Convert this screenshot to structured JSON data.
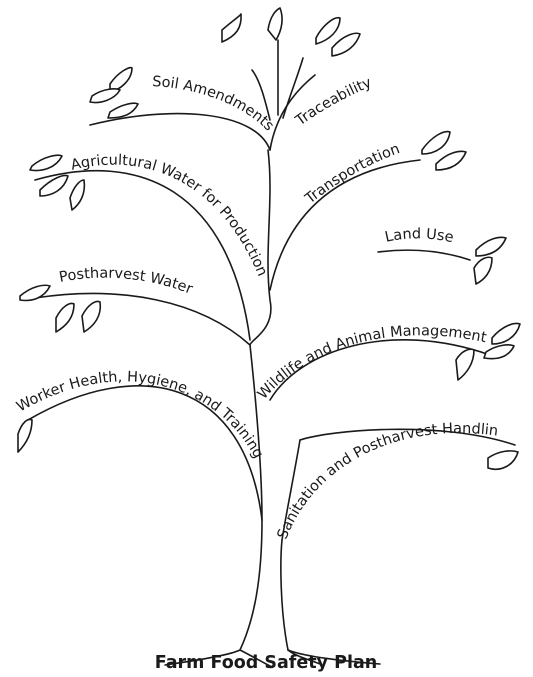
{
  "title": "Farm Food Safety Plan",
  "branches": [
    {
      "id": "soil",
      "label": "Soil Amendments"
    },
    {
      "id": "traceability",
      "label": "Traceability"
    },
    {
      "id": "agwater",
      "label": "Agricultural Water for Production"
    },
    {
      "id": "transportation",
      "label": "Transportation"
    },
    {
      "id": "landuse",
      "label": "Land Use"
    },
    {
      "id": "postwater",
      "label": "Postharvest Water"
    },
    {
      "id": "wildlife",
      "label": "Wildlife and Animal Management"
    },
    {
      "id": "worker",
      "label": "Worker Health, Hygiene, and Training"
    },
    {
      "id": "sanitation",
      "label": "Sanitation and Postharvest Handling"
    }
  ]
}
